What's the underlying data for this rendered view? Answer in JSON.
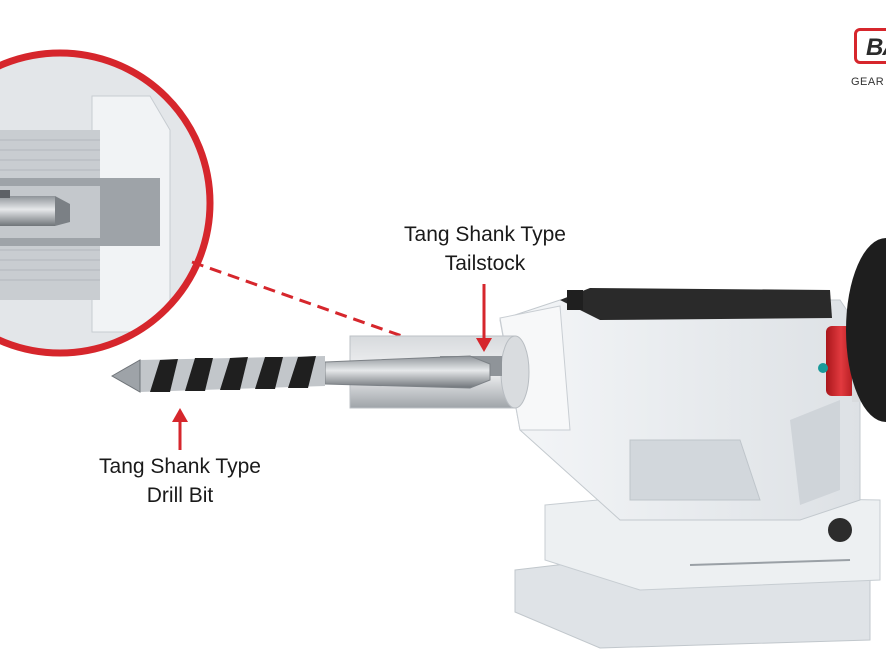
{
  "labels": {
    "tailstock": {
      "line1": "Tang Shank Type",
      "line2": "Tailstock"
    },
    "drill_bit": {
      "line1": "Tang Shank Type",
      "line2": "Drill Bit"
    }
  },
  "logo": {
    "mark": "BA",
    "subtitle": "GEAR"
  },
  "colors": {
    "accent": "#d6262c",
    "body": "#e9ecef",
    "steel": "#b9bdc2",
    "dark": "#2a2a2a",
    "teal": "#1a9a9a"
  },
  "icons": {
    "tailstock_arrow": "arrow-down-icon",
    "drill_arrow": "arrow-up-icon",
    "callout_line": "dashed-leader-line"
  }
}
